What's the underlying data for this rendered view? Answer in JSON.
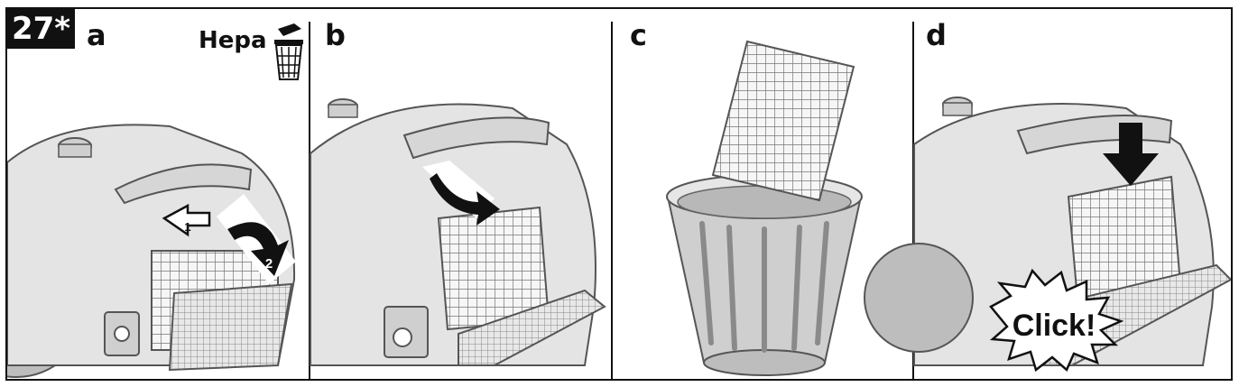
{
  "figure": {
    "number": "27*"
  },
  "panels": [
    {
      "label": "a",
      "note": "Hepa",
      "steps": [
        "1",
        "2"
      ]
    },
    {
      "label": "b"
    },
    {
      "label": "c"
    },
    {
      "label": "d",
      "callout": "Click!"
    }
  ],
  "icons": [
    "trash-bin-icon",
    "arrow-down-icon",
    "curved-arrow-icon"
  ],
  "colors": {
    "ink": "#111111",
    "body": "#e4e4e4",
    "shade": "#bdbdbd"
  }
}
